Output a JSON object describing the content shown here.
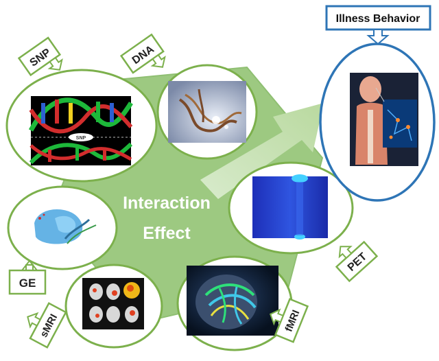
{
  "center": {
    "line1": "Interaction",
    "line2": "Effect"
  },
  "outcome": {
    "label": "Illness Behavior"
  },
  "nodes": {
    "snp": {
      "label": "SNP",
      "image_caption": "SNP"
    },
    "dna": {
      "label": "DNA"
    },
    "ge": {
      "label": "GE"
    },
    "smri": {
      "label": "sMRI"
    },
    "fmri": {
      "label": "fMRI"
    },
    "pet": {
      "label": "PET"
    }
  },
  "colors": {
    "green_border": "#7cb04c",
    "hexagon_fill": "#9dc981",
    "arrow_fill": "#c9e2b8",
    "blue_border": "#2e75b6"
  }
}
